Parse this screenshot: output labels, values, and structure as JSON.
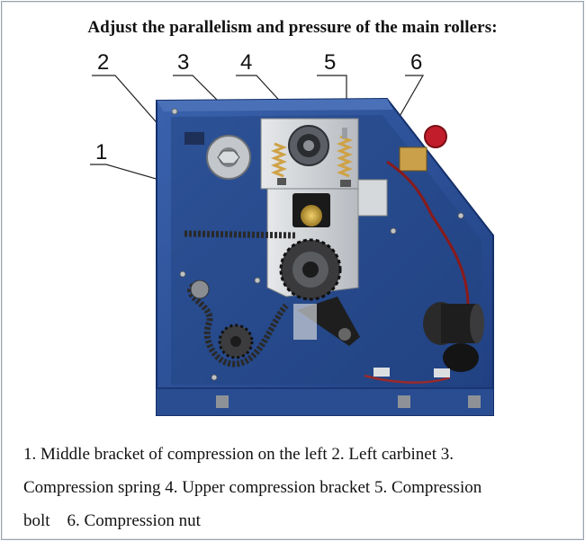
{
  "title": "Adjust the parallelism and pressure of the main rollers:",
  "callouts": [
    "2",
    "3",
    "4",
    "5",
    "6",
    "1"
  ],
  "caption": {
    "line1": "1. Middle bracket of compression on the left 2. Left carbinet 3.",
    "line2": "Compression spring 4. Upper compression bracket 5. Compression",
    "line3": "bolt    6. Compression nut"
  },
  "colors": {
    "panel_blue": "#2b4f97",
    "panel_dark": "#1d3a78",
    "steel": "#c9ccd0",
    "brass": "#c8a23a",
    "red_button": "#c21d2a"
  }
}
